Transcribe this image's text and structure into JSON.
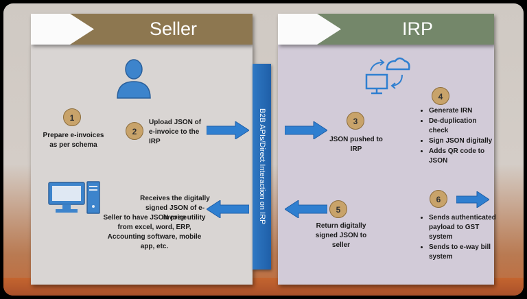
{
  "seller": {
    "title": "Seller",
    "step1": {
      "num": "1",
      "text": "Prepare e-invoices as per schema"
    },
    "step2": {
      "num": "2",
      "text": "Upload JSON of e-invoice to the IRP"
    },
    "receive_text": "Receives the digitally signed JSON of e-invoice",
    "utility_text": "Seller to have JSON prep utility from excel, word, ERP, Accounting software, mobile app, etc."
  },
  "irp": {
    "title": "IRP",
    "step3": {
      "num": "3",
      "text": "JSON pushed to IRP"
    },
    "step4": {
      "num": "4",
      "items": [
        "Generate IRN",
        "De-duplication check",
        "Sign JSON digitally",
        "Adds QR code to JSON"
      ]
    },
    "step5": {
      "num": "5",
      "text": "Return digitally signed JSON to seller"
    },
    "step6": {
      "num": "6",
      "items": [
        "Sends authenticated payload to GST system",
        "Sends to e-way bill system"
      ]
    }
  },
  "bar_label": "B2B APIs/Direct Interaction on IRP",
  "icons": {
    "user": "user-icon",
    "cloud": "cloud-computer-sync-icon",
    "computer": "desktop-computer-icon"
  },
  "colors": {
    "seller_header": "#8d7750",
    "irp_header": "#74876a",
    "accent_blue": "#2f7fd0",
    "badge": "#c8a36a"
  }
}
